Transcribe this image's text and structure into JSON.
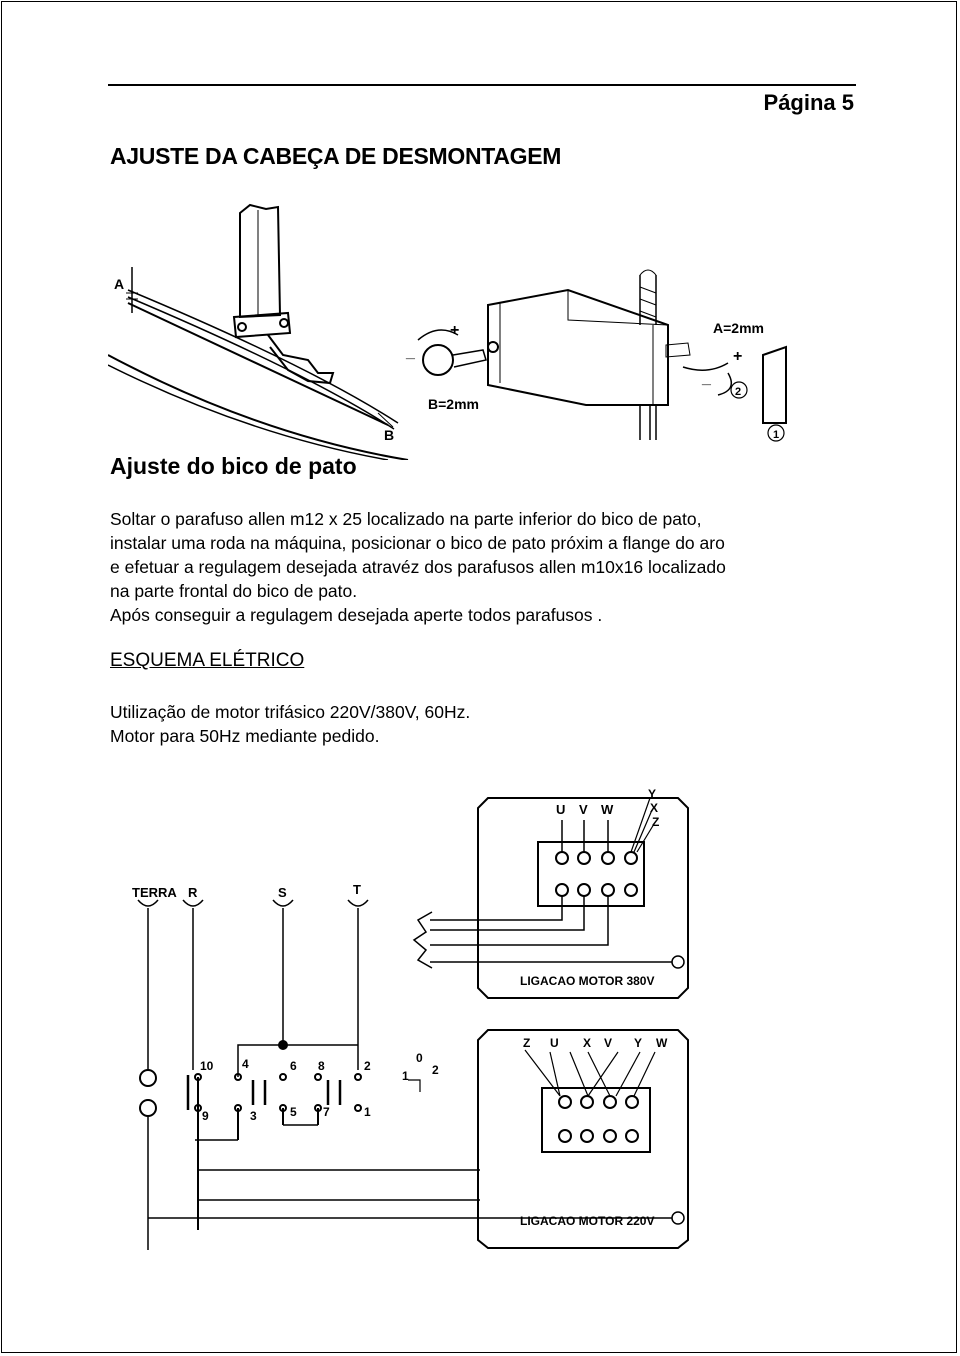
{
  "header": {
    "page_number": "Página 5"
  },
  "title": "AJUSTE DA CABEÇA DE DESMONTAGEM",
  "figure_top": {
    "label_a": "A",
    "label_b": "B",
    "label_a_dim": "A=2mm",
    "label_b_dim": "B=2mm",
    "plus": "+",
    "minus": "_",
    "num1": "1",
    "num2": "2"
  },
  "subtitle": "Ajuste do bico de pato",
  "body": {
    "line1": "Soltar o parafuso allen m12 x 25 localizado na parte inferior do bico de pato,",
    "line2": "instalar uma roda na máquina, posicionar o bico de pato próxim a flange do aro",
    "line3": "e efetuar a regulagem desejada atravéz dos parafusos allen m10x16 localizado",
    "line4": "na parte frontal do bico de pato.",
    "line5": "Após conseguir a regulagem desejada aperte todos  parafusos ."
  },
  "section": "ESQUEMA ELÉTRICO",
  "motor": {
    "line1": "Utilização de motor trifásico 220V/380V, 60Hz.",
    "line2": "Motor para 50Hz mediante pedido."
  },
  "schematic": {
    "terra": "TERRA",
    "r": "R",
    "s": "S",
    "t": "T",
    "u": "U",
    "v": "V",
    "w": "W",
    "x": "X",
    "y": "Y",
    "z": "Z",
    "caption_380": "LIGACAO MOTOR 380V",
    "caption_220": "LIGACAO MOTOR 220V",
    "n10": "10",
    "n4": "4",
    "n6": "6",
    "n8": "8",
    "n2": "2",
    "n9": "9",
    "n3": "3",
    "n5": "5",
    "n7": "7",
    "n1": "1",
    "sw1": "1",
    "sw0": "0",
    "sw2": "2"
  }
}
